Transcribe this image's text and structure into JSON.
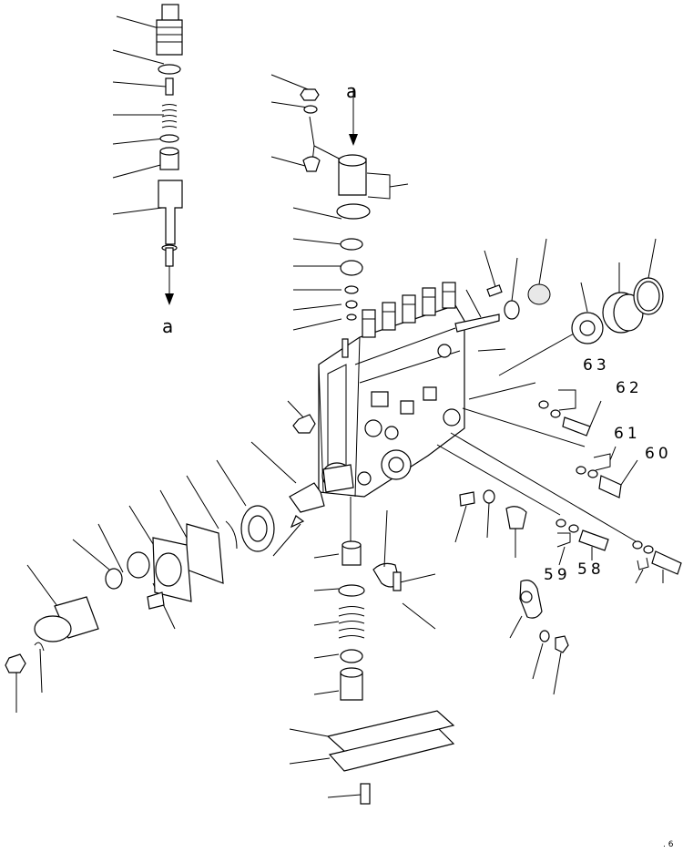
{
  "diagram": {
    "ref_top": "a",
    "ref_bottom": "a",
    "part_numbers": {
      "p58": "58",
      "p59": "59",
      "p60": "60",
      "p61": "61",
      "p62": "62",
      "p63": "63"
    },
    "page_marker": ". 6"
  }
}
